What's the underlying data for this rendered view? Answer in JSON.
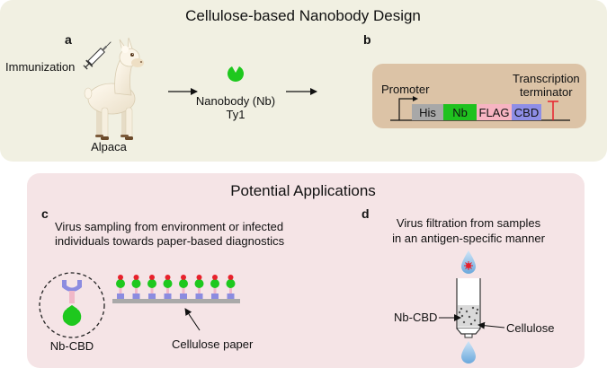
{
  "top_panel": {
    "title": "Cellulose-based Nanobody Design",
    "label_a": "a",
    "label_b": "b",
    "immunization": "Immunization",
    "alpaca": "Alpaca",
    "nanobody_line1": "Nanobody (Nb)",
    "nanobody_line2": "Ty1",
    "promoter": "Promoter",
    "terminator_line1": "Transcription",
    "terminator_line2": "terminator",
    "construct": [
      {
        "label": "His",
        "color": "#a8a8a8"
      },
      {
        "label": "Nb",
        "color": "#1fc21f"
      },
      {
        "label": "FLAG",
        "color": "#f7b4c2"
      },
      {
        "label": "CBD",
        "color": "#8e8ee6"
      }
    ]
  },
  "bottom_panel": {
    "title": "Potential Applications",
    "label_c": "c",
    "label_d": "d",
    "c_text_line1": "Virus sampling from environment or infected",
    "c_text_line2": "individuals towards paper-based diagnostics",
    "nb_cbd": "Nb-CBD",
    "cellulose_paper": "Cellulose paper",
    "d_text_line1": "Virus filtration from samples",
    "d_text_line2": "in an antigen-specific manner",
    "column_nb_cbd": "Nb-CBD",
    "column_cellulose": "Cellulose"
  },
  "colors": {
    "top_bg": "#f1f0e2",
    "bottom_bg": "#f5e4e6",
    "construct_box": "#dcc3a6",
    "nanobody_green": "#1ec81e",
    "cbd_purple": "#8c8ce0",
    "virus_red": "#e8202c",
    "droplet_blue": "#7ab4e2",
    "paper_gray": "#a9a9a9"
  }
}
